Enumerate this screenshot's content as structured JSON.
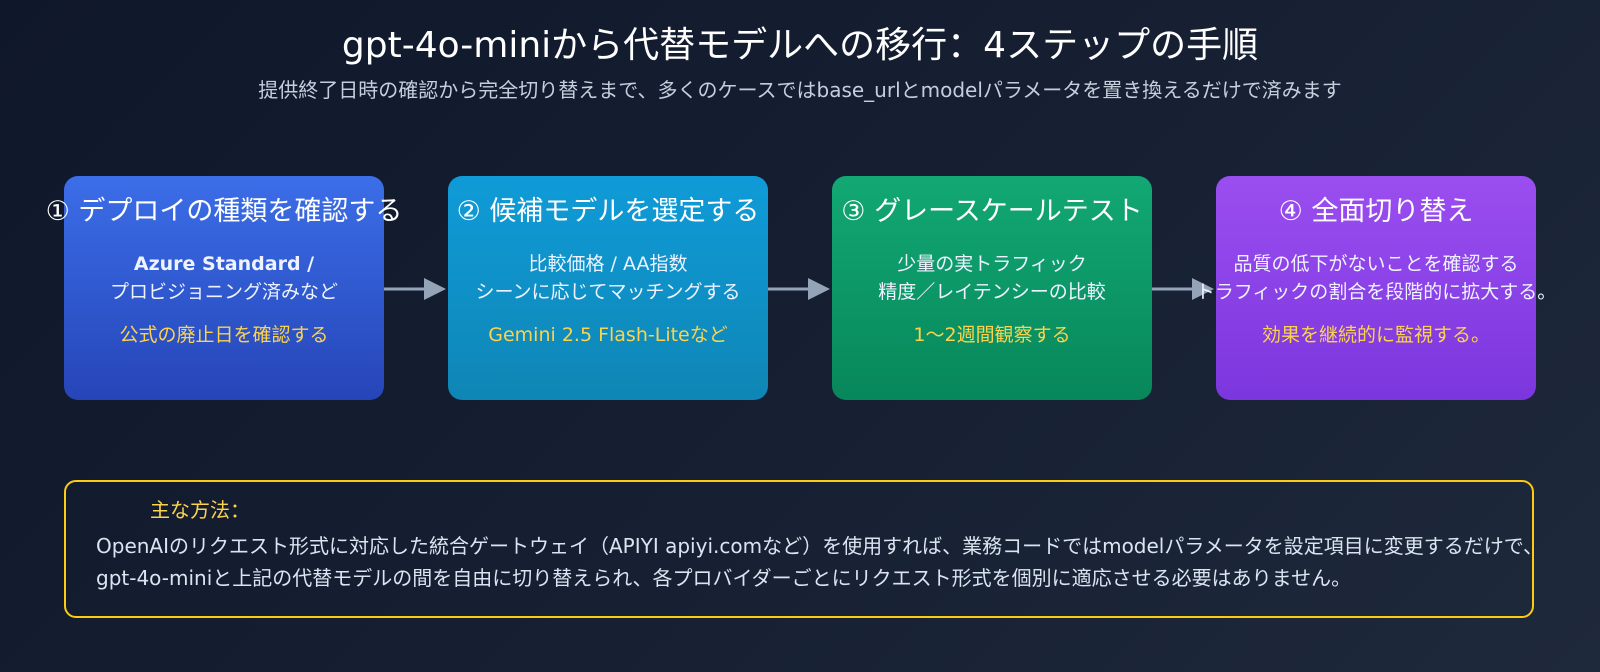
{
  "header": {
    "title": "gpt-4o-miniから代替モデルへの移行：4ステップの手順",
    "subtitle": "提供終了日時の確認から完全切り替えまで、多くのケースではbase_urlとmodelパラメータを置き換えるだけで済みます"
  },
  "steps": [
    {
      "title": "① デプロイの種類を確認する",
      "line_1": "Azure Standard /",
      "line_2": "プロビジョニング済みなど",
      "highlight": "公式の廃止日を確認する",
      "color": "#2f5bd9"
    },
    {
      "title": "② 候補モデルを選定する",
      "line_1": "比較価格 / AA指数",
      "line_2": "シーンに応じてマッチングする",
      "highlight": "Gemini 2.5 Flash-Liteなど",
      "color": "#0e93c9"
    },
    {
      "title": "③ グレースケールテスト",
      "line_1": "少量の実トラフィック",
      "line_2": "精度／レイテンシーの比較",
      "highlight": "1〜2週間観察する",
      "color": "#0c9867"
    },
    {
      "title": "④ 全面切り替え",
      "line_1": "品質の低下がないことを確認する",
      "line_2": "トラフィックの割合を段階的に拡大する。",
      "highlight": "効果を継続的に監視する。",
      "color": "#8b43e8"
    }
  ],
  "arrows": {
    "icon": "arrow-right-icon",
    "color": "#94a3b8"
  },
  "method": {
    "label": "主な方法：",
    "line_1": "OpenAIのリクエスト形式に対応した統合ゲートウェイ（APIYI apiyi.comなど）を使用すれば、業務コードではmodelパラメータを設定項目に変更するだけで、",
    "line_2": "gpt-4o-miniと上記の代替モデルの間を自由に切り替えられ、各プロバイダーごとにリクエスト形式を個別に適応させる必要はありません。",
    "border_color": "#facc15"
  },
  "colors": {
    "background": "#0f172a",
    "highlight_text": "#fcd34d"
  }
}
